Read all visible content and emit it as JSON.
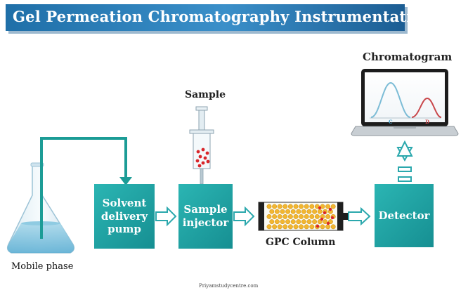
{
  "title": "Gel Permeation Chromatography Instrumentation",
  "components": {
    "flask_label": "Mobile phase",
    "pump_label": "Solvent delivery pump",
    "injector_label": "Sample injector",
    "column_label": "GPC Column",
    "detector_label": "Detector",
    "sample_label": "Sample",
    "chromatogram_label": "Chromatogram"
  },
  "chromatogram": {
    "peak_c_label": "C",
    "peak_d_label": "D"
  },
  "footer": {
    "source": "Priyamstudycentre.com"
  },
  "colors": {
    "banner": "#2a7fbf",
    "box": "#1ea3a3",
    "flow_line": "#1c9c96",
    "arrow_outline": "#2ba8ad",
    "sample_particle": "#d9262a",
    "column_bead": "#f2b630",
    "peak_c": "#7cbcd6",
    "peak_d": "#c9474b"
  }
}
